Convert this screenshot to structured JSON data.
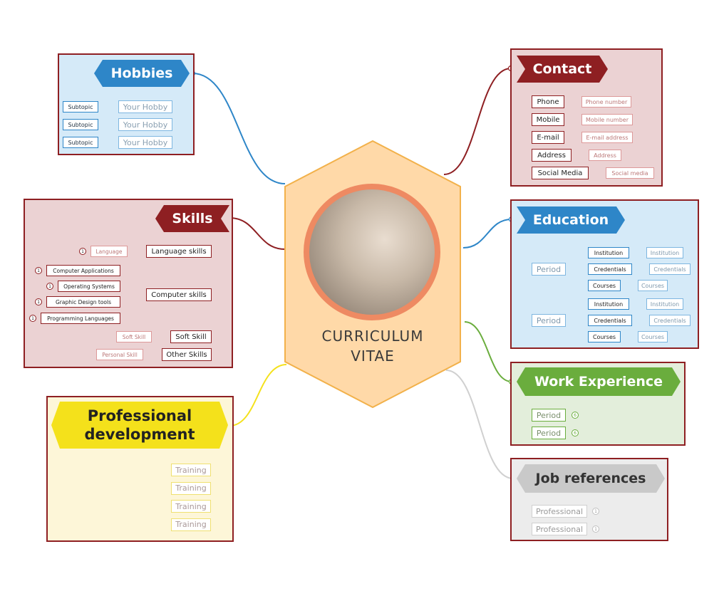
{
  "center": {
    "title_line1": "CURRICULUM",
    "title_line2": "VITAE"
  },
  "hobbies": {
    "title": "Hobbies",
    "items": [
      {
        "label": "Your Hobby",
        "sub": "Subtopic"
      },
      {
        "label": "Your Hobby",
        "sub": "Subtopic"
      },
      {
        "label": "Your Hobby",
        "sub": "Subtopic"
      }
    ]
  },
  "contact": {
    "title": "Contact",
    "items": [
      {
        "label": "Phone",
        "value": "Phone number"
      },
      {
        "label": "Mobile",
        "value": "Mobile number"
      },
      {
        "label": "E-mail",
        "value": "E-mail address"
      },
      {
        "label": "Address",
        "value": "Address"
      },
      {
        "label": "Social Media",
        "value": "Social media"
      }
    ]
  },
  "skills": {
    "title": "Skills",
    "groups": [
      {
        "label": "Language skills",
        "subs": [
          {
            "label": "Language",
            "num": "1"
          }
        ]
      },
      {
        "label": "Computer skills",
        "subs": [
          {
            "label": "Computer Applications",
            "num": "1"
          },
          {
            "label": "Operating Systems",
            "num": "1"
          },
          {
            "label": "Graphic Design tools",
            "num": "1"
          },
          {
            "label": "Programming Languages",
            "num": "1"
          }
        ]
      },
      {
        "label": "Soft Skill",
        "subs": [
          {
            "label": "Soft Skill"
          }
        ]
      },
      {
        "label": "Other Skills",
        "subs": [
          {
            "label": "Personal Skill"
          }
        ]
      }
    ]
  },
  "education": {
    "title": "Education",
    "periods": [
      {
        "label": "Period",
        "rows": [
          {
            "label": "Institution",
            "value": "Institution"
          },
          {
            "label": "Credentials",
            "value": "Credentials"
          },
          {
            "label": "Courses",
            "value": "Courses"
          }
        ]
      },
      {
        "label": "Period",
        "rows": [
          {
            "label": "Institution",
            "value": "Institution"
          },
          {
            "label": "Credentials",
            "value": "Credentials"
          },
          {
            "label": "Courses",
            "value": "Courses"
          }
        ]
      }
    ]
  },
  "work": {
    "title": "Work Experience",
    "items": [
      {
        "label": "Period",
        "num": "6"
      },
      {
        "label": "Period",
        "num": "6"
      }
    ]
  },
  "references": {
    "title": "Job references",
    "items": [
      {
        "label": "Professional",
        "num": "1"
      },
      {
        "label": "Professional",
        "num": "1"
      }
    ]
  },
  "development": {
    "title_line1": "Professional",
    "title_line2": "development",
    "items": [
      "Training",
      "Training",
      "Training",
      "Training"
    ]
  },
  "colors": {
    "hobbies": "#2e86c8",
    "hobbies_bg": "#d5eaf8",
    "contact": "#8e1f22",
    "contact_bg": "#ebd2d3",
    "skills": "#8e1f22",
    "skills_bg": "#ebd2d3",
    "education": "#2e86c8",
    "education_bg": "#d5eaf8",
    "work": "#6aad3d",
    "work_bg": "#e3eedb",
    "references": "#b8b8b8",
    "references_bg": "#ececec",
    "development": "#f4e11b",
    "development_bg": "#fdf6d8",
    "center_fill": "#ffd9a8",
    "center_stroke": "#f2b14a"
  }
}
